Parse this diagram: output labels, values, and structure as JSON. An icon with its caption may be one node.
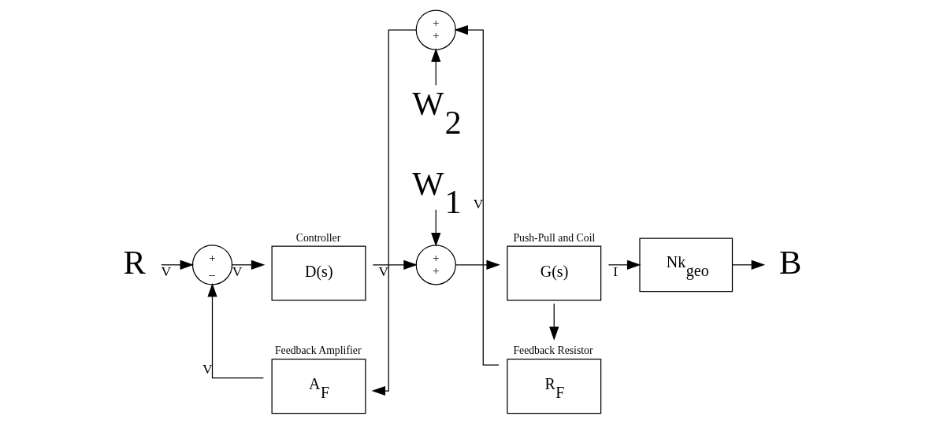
{
  "diagram": {
    "nodes": [
      {
        "text": [
          "R"
        ]
      },
      {
        "text": [
          "+",
          "_"
        ]
      },
      {
        "text": [
          "Controller",
          "D(s)"
        ]
      },
      {
        "text": [
          "W$_{1}$"
        ]
      },
      {
        "text": [
          "+",
          "+"
        ]
      },
      {
        "text": [
          "Push-Pull and Coil",
          "G(s)"
        ]
      },
      {
        "text": [
          "Nk$_{geo}$"
        ]
      },
      {
        "text": [
          "B"
        ]
      },
      {
        "text": [
          "Feedback Resistor",
          "R$_{F}$"
        ]
      },
      {
        "text": [
          "+",
          "+"
        ]
      },
      {
        "text": [
          "W$_{2}$"
        ]
      },
      {
        "text": [
          "Feedback Amplifier",
          "A$_{F}$"
        ]
      }
    ],
    "edges": [
      {
        "from": 0,
        "to": 1,
        "arrow": "to",
        "label": "V"
      },
      {
        "from": 1,
        "to": 2,
        "arrow": "to",
        "label": "V"
      },
      {
        "from": 2,
        "to": 4,
        "arrow": "to",
        "label": "V"
      },
      {
        "from": 3,
        "to": 4,
        "arrow": "to"
      },
      {
        "from": 4,
        "to": 5,
        "arrow": "to"
      },
      {
        "from": 5,
        "to": 6,
        "arrow": "to",
        "label": "I"
      },
      {
        "from": 6,
        "to": 7,
        "arrow": "to"
      },
      {
        "from": 5,
        "to": 8,
        "arrow": "to"
      },
      {
        "from": 8,
        "to": 9,
        "arrow": "to",
        "label": "V"
      },
      {
        "from": 10,
        "to": 9,
        "arrow": "to"
      },
      {
        "from": 9,
        "to": 11,
        "arrow": "to"
      },
      {
        "from": 11,
        "to": 1,
        "arrow": "to",
        "label": "V"
      }
    ]
  }
}
